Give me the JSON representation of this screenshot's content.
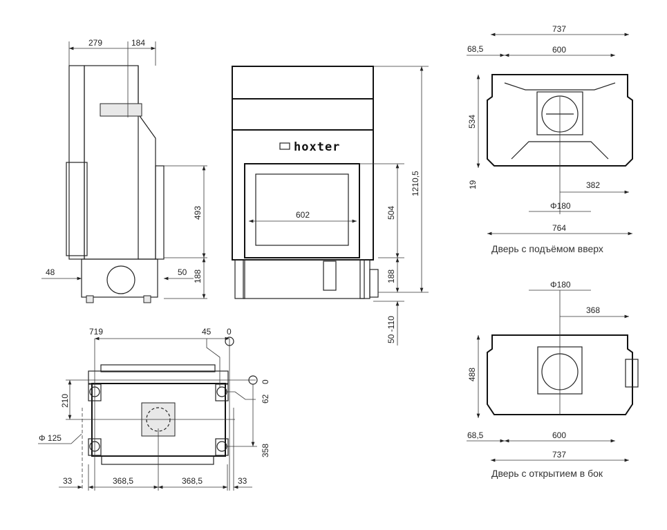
{
  "brand": "hoxter",
  "side_view": {
    "dims": {
      "top_a": "279",
      "top_b": "184",
      "height_a": "493",
      "height_b": "188",
      "left": "48",
      "right": "50"
    }
  },
  "front_view": {
    "dims": {
      "width": "602",
      "door_h": "504",
      "base_h": "188",
      "total_h": "1210,5",
      "legs": "50 -110"
    }
  },
  "plan_top": {
    "dims": {
      "overall": "737",
      "offset": "68,5",
      "inner": "600",
      "depth": "534",
      "small": "19",
      "center": "382",
      "flue": "Φ180",
      "width": "764"
    },
    "caption": "Дверь с подъёмом вверх"
  },
  "plan_bottom": {
    "dims": {
      "flue": "Φ180",
      "center": "368",
      "depth": "488",
      "offset": "68,5",
      "inner": "600",
      "overall": "737"
    },
    "caption": "Дверь с открытием в бок"
  },
  "base_view": {
    "dims": {
      "w719": "719",
      "d45": "45",
      "zero_a": "0",
      "zero_b": "0",
      "d210": "210",
      "d62": "62",
      "air": "Φ 125",
      "d358": "358",
      "l33": "33",
      "l368a": "368,5",
      "l368b": "368,5",
      "r33": "33"
    }
  }
}
